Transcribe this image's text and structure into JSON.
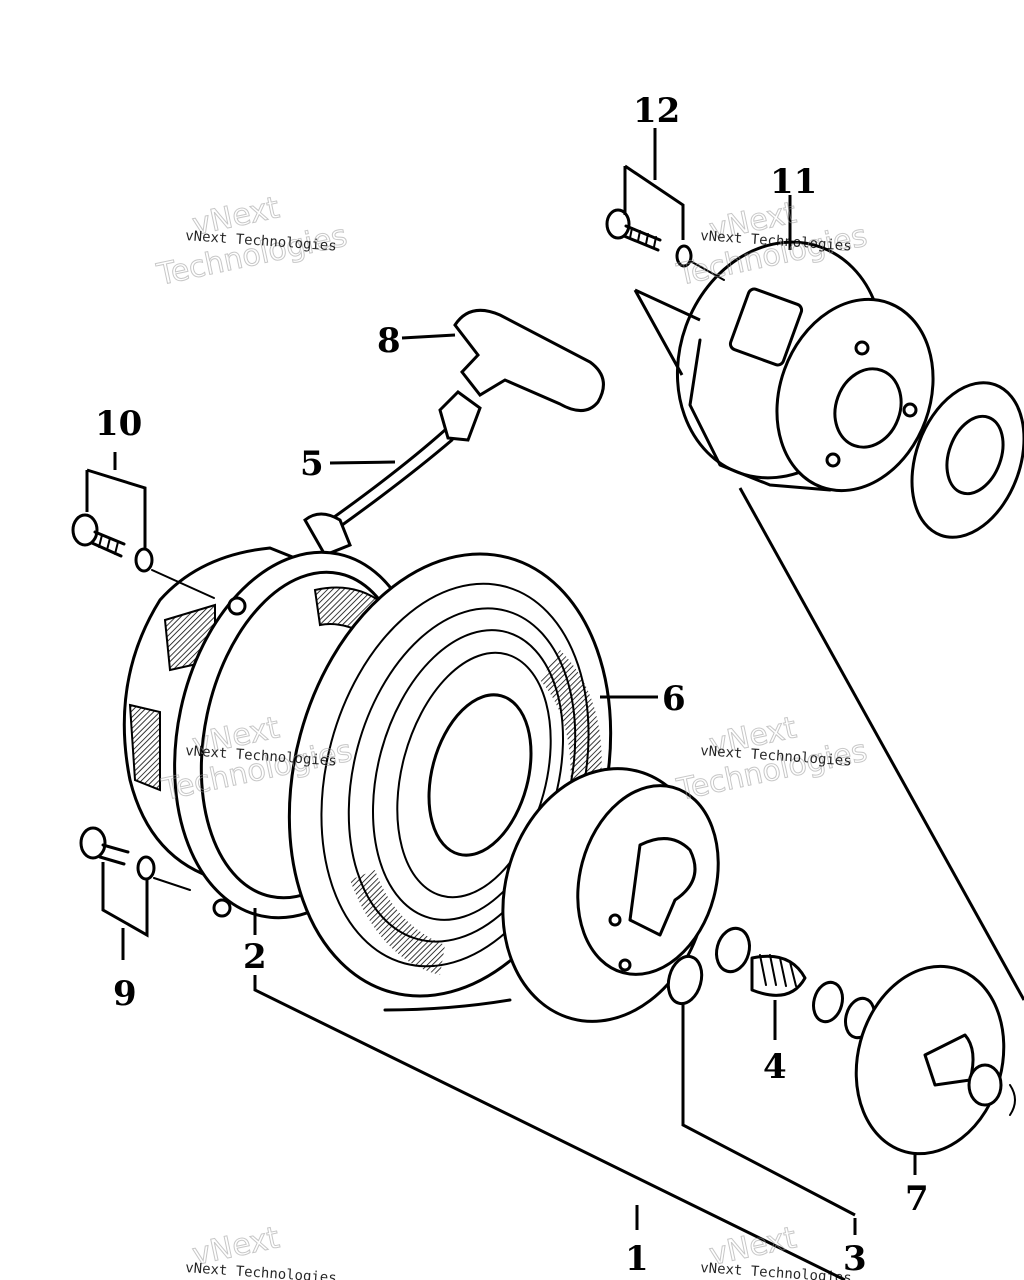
{
  "callouts": {
    "c1": "1",
    "c2": "2",
    "c3": "3",
    "c4": "4",
    "c5": "5",
    "c6": "6",
    "c7": "7",
    "c8": "8",
    "c9": "9",
    "c10": "10",
    "c11": "11",
    "c12": "12"
  },
  "watermark": {
    "line1": "vNext Technologies",
    "line2a": "vNext",
    "line2b": "Technologies"
  }
}
